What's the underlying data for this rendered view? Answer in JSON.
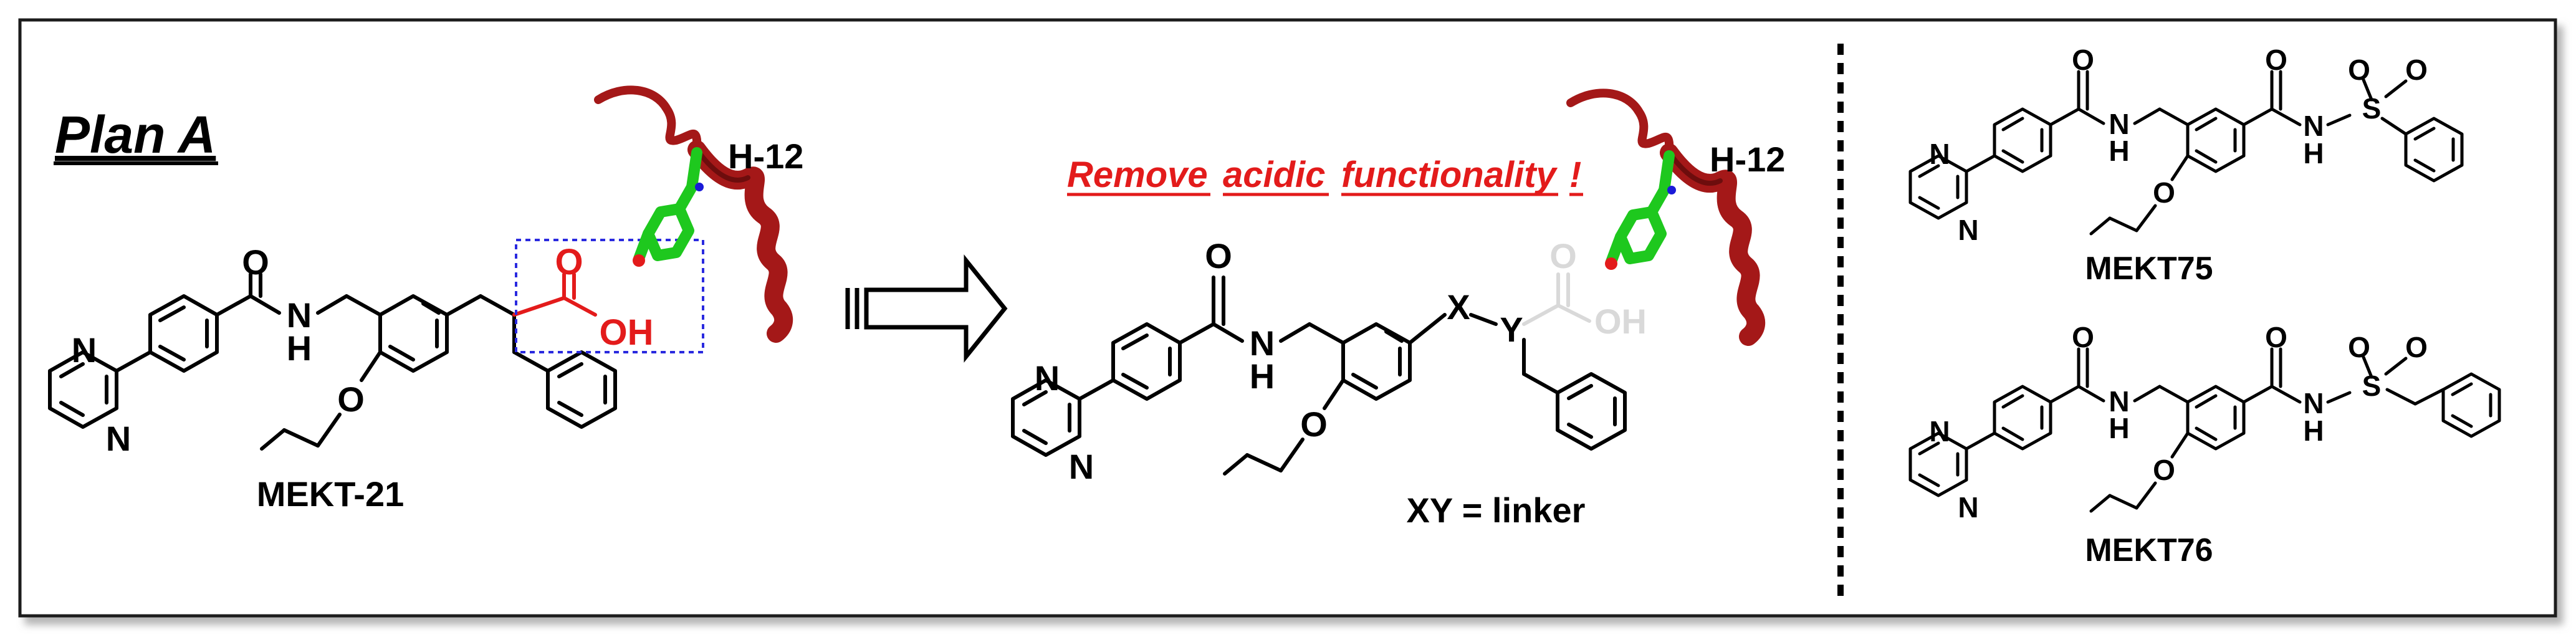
{
  "plan_title": "Plan A",
  "left": {
    "helix_label": "H-12",
    "compound_label": "MEKT-21",
    "atoms": {
      "o": "O",
      "n": "N",
      "nh": "N",
      "h": "H",
      "oh": "OH",
      "ester_o": "O"
    }
  },
  "middle": {
    "heading_words": [
      "Remove",
      "acidic",
      "functionality",
      "!"
    ],
    "helix_label": "H-12",
    "linker_x": "X",
    "linker_y": "Y",
    "faded_o": "O",
    "faded_oh": "OH",
    "caption": "XY = linker",
    "atoms": {
      "o": "O",
      "n": "N",
      "h": "H"
    }
  },
  "right": {
    "top_compound_label": "MEKT75",
    "bottom_compound_label": "MEKT76",
    "atoms": {
      "o": "O",
      "n": "N",
      "h": "H",
      "s": "S"
    }
  },
  "colors": {
    "acid": "#e31b1b",
    "helix": "#a41818",
    "tyrosine": "#1ec81e",
    "box": "#2a2adf",
    "bond": "#000000",
    "faded": "#d9d9d9"
  }
}
